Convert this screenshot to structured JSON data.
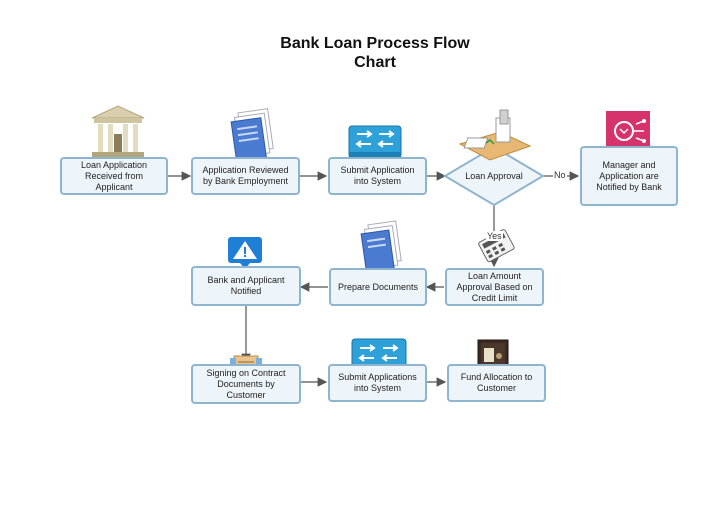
{
  "title_line1": "Bank Loan Process Flow",
  "title_line2": "Chart",
  "nodes": {
    "n1": "Loan Application Received from Applicant",
    "n2": "Application Reviewed by Bank Employment",
    "n3": "Submit Application into System",
    "n4": "Loan Approval",
    "n5": "Manager and Application are Notified by Bank",
    "n6": "Loan Amount Approval Based on Credit Limit",
    "n7": "Prepare Documents",
    "n8": "Bank and Applicant Notified",
    "n9": "Signing on Contract Documents by Customer",
    "n10": "Submit Applications into System",
    "n11": "Fund Allocation to Customer"
  },
  "edge_labels": {
    "no": "No",
    "yes": "Yes"
  },
  "icons": [
    "bank-icon",
    "document-icon",
    "switch-icon",
    "approval-icon",
    "manager-icon",
    "calculator-icon",
    "document-icon",
    "warning-icon",
    "contract-icon",
    "switch-icon",
    "safe-icon"
  ],
  "colors": {
    "box_border": "#8fb4cf",
    "box_fill": "#eef5fa",
    "connector": "#555555",
    "warning_blue": "#1f7fd6",
    "manager_pink": "#d6336c"
  }
}
